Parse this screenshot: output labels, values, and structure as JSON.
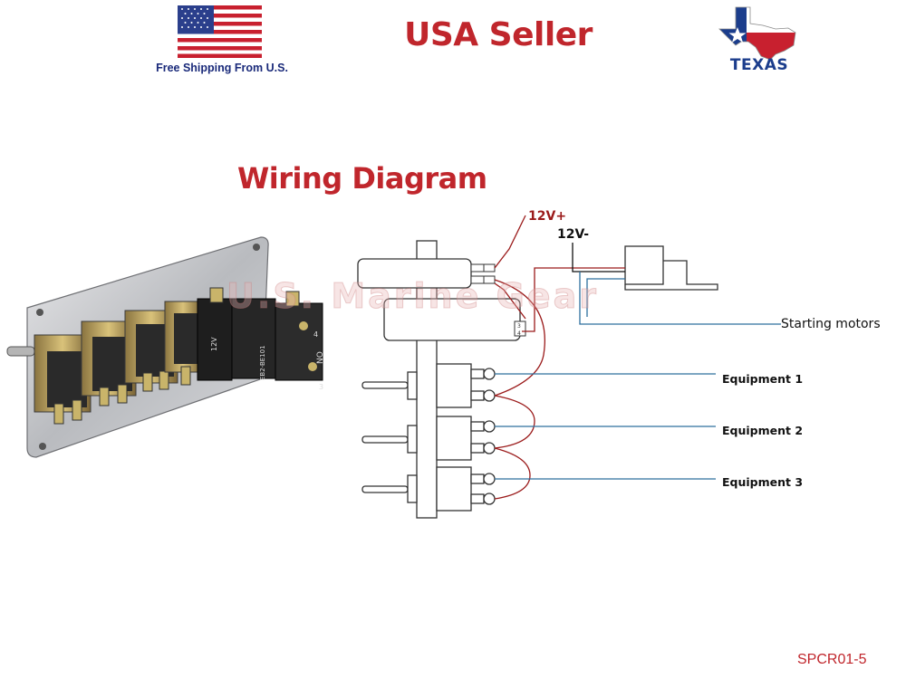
{
  "header": {
    "free_shipping": "Free Shipping From U.S.",
    "usa_seller": "USA Seller",
    "texas_label": "TEXAS"
  },
  "diagram": {
    "title": "Wiring Diagram",
    "v_plus": "12V+",
    "v_minus": "12V-",
    "starting_motors": "Starting motors",
    "equipment": [
      "Equipment 1",
      "Equipment 2",
      "Equipment 3"
    ],
    "terminal_3": "3",
    "terminal_4": "4"
  },
  "photo": {
    "button_labels": [
      "12V",
      "EB2-BE101",
      "NO",
      "3",
      "4"
    ]
  },
  "watermark": "U.S. Marine Gear",
  "sku": "SPCR01-5",
  "colors": {
    "accent_red": "#c0262c",
    "wire_red": "#9b1b1b",
    "wire_blue": "#2d6f9e",
    "navy": "#1a2a7a"
  }
}
